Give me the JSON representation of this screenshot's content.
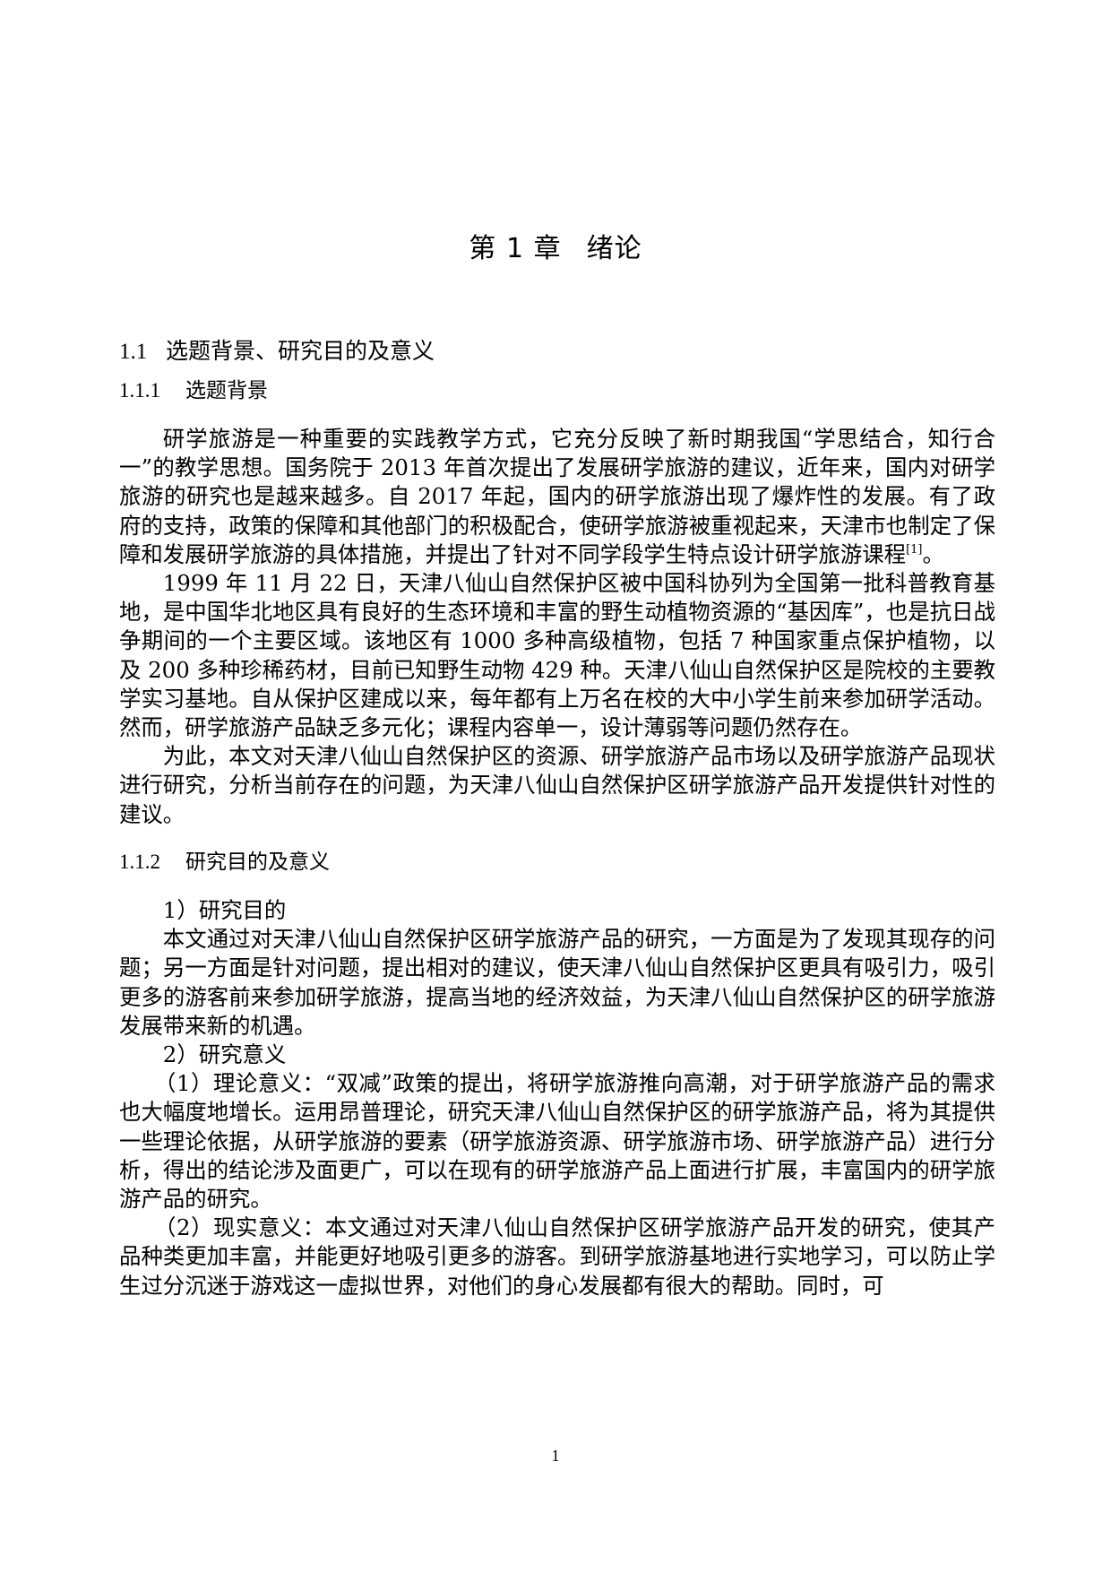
{
  "chapter": {
    "number_label": "第 1 章",
    "title": "绪论"
  },
  "section_1_1": {
    "number": "1.1",
    "title": "选题背景、研究目的及意义"
  },
  "section_1_1_1": {
    "number": "1.1.1",
    "title": "选题背景",
    "paragraphs": [
      {
        "text": "研学旅游是一种重要的实践教学方式，它充分反映了新时期我国“学思结合，知行合一”的教学思想。国务院于 2013 年首次提出了发展研学旅游的建议，近年来，国内对研学旅游的研究也是越来越多。自 2017 年起，国内的研学旅游出现了爆炸性的发展。有了政府的支持，政策的保障和其他部门的积极配合，使研学旅游被重视起来，天津市也制定了保障和发展研学旅游的具体措施，并提出了针对不同学段学生特点设计研学旅游课程",
        "citation": "[1]",
        "tail": "。"
      },
      {
        "text": "1999 年 11 月 22 日，天津八仙山自然保护区被中国科协列为全国第一批科普教育基地，是中国华北地区具有良好的生态环境和丰富的野生动植物资源的“基因库”，也是抗日战争期间的一个主要区域。该地区有 1000 多种高级植物，包括 7 种国家重点保护植物，以及 200 多种珍稀药材，目前已知野生动物 429 种。天津八仙山自然保护区是院校的主要教学实习基地。自从保护区建成以来，每年都有上万名在校的大中小学生前来参加研学活动。然而，研学旅游产品缺乏多元化；课程内容单一，设计薄弱等问题仍然存在。"
      },
      {
        "text": "为此，本文对天津八仙山自然保护区的资源、研学旅游产品市场以及研学旅游产品现状进行研究，分析当前存在的问题，为天津八仙山自然保护区研学旅游产品开发提供针对性的建议。"
      }
    ]
  },
  "section_1_1_2": {
    "number": "1.1.2",
    "title": "研究目的及意义",
    "purpose_heading": "1）研究目的",
    "purpose_text": "本文通过对天津八仙山自然保护区研学旅游产品的研究，一方面是为了发现其现存的问题；另一方面是针对问题，提出相对的建议，使天津八仙山自然保护区更具有吸引力，吸引更多的游客前来参加研学旅游，提高当地的经济效益，为天津八仙山自然保护区的研学旅游发展带来新的机遇。",
    "significance_heading": "2）研究意义",
    "theoretical_text": "（1）理论意义：“双减”政策的提出，将研学旅游推向高潮，对于研学旅游产品的需求也大幅度地增长。运用昂普理论，研究天津八仙山自然保护区的研学旅游产品，将为其提供一些理论依据，从研学旅游的要素（研学旅游资源、研学旅游市场、研学旅游产品）进行分析，得出的结论涉及面更广，可以在现有的研学旅游产品上面进行扩展，丰富国内的研学旅游产品的研究。",
    "practical_text": "（2）现实意义：本文通过对天津八仙山自然保护区研学旅游产品开发的研究，使其产品种类更加丰富，并能更好地吸引更多的游客。到研学旅游基地进行实地学习，可以防止学生过分沉迷于游戏这一虚拟世界，对他们的身心发展都有很大的帮助。同时，可"
  },
  "footer": {
    "page_number": "1"
  }
}
